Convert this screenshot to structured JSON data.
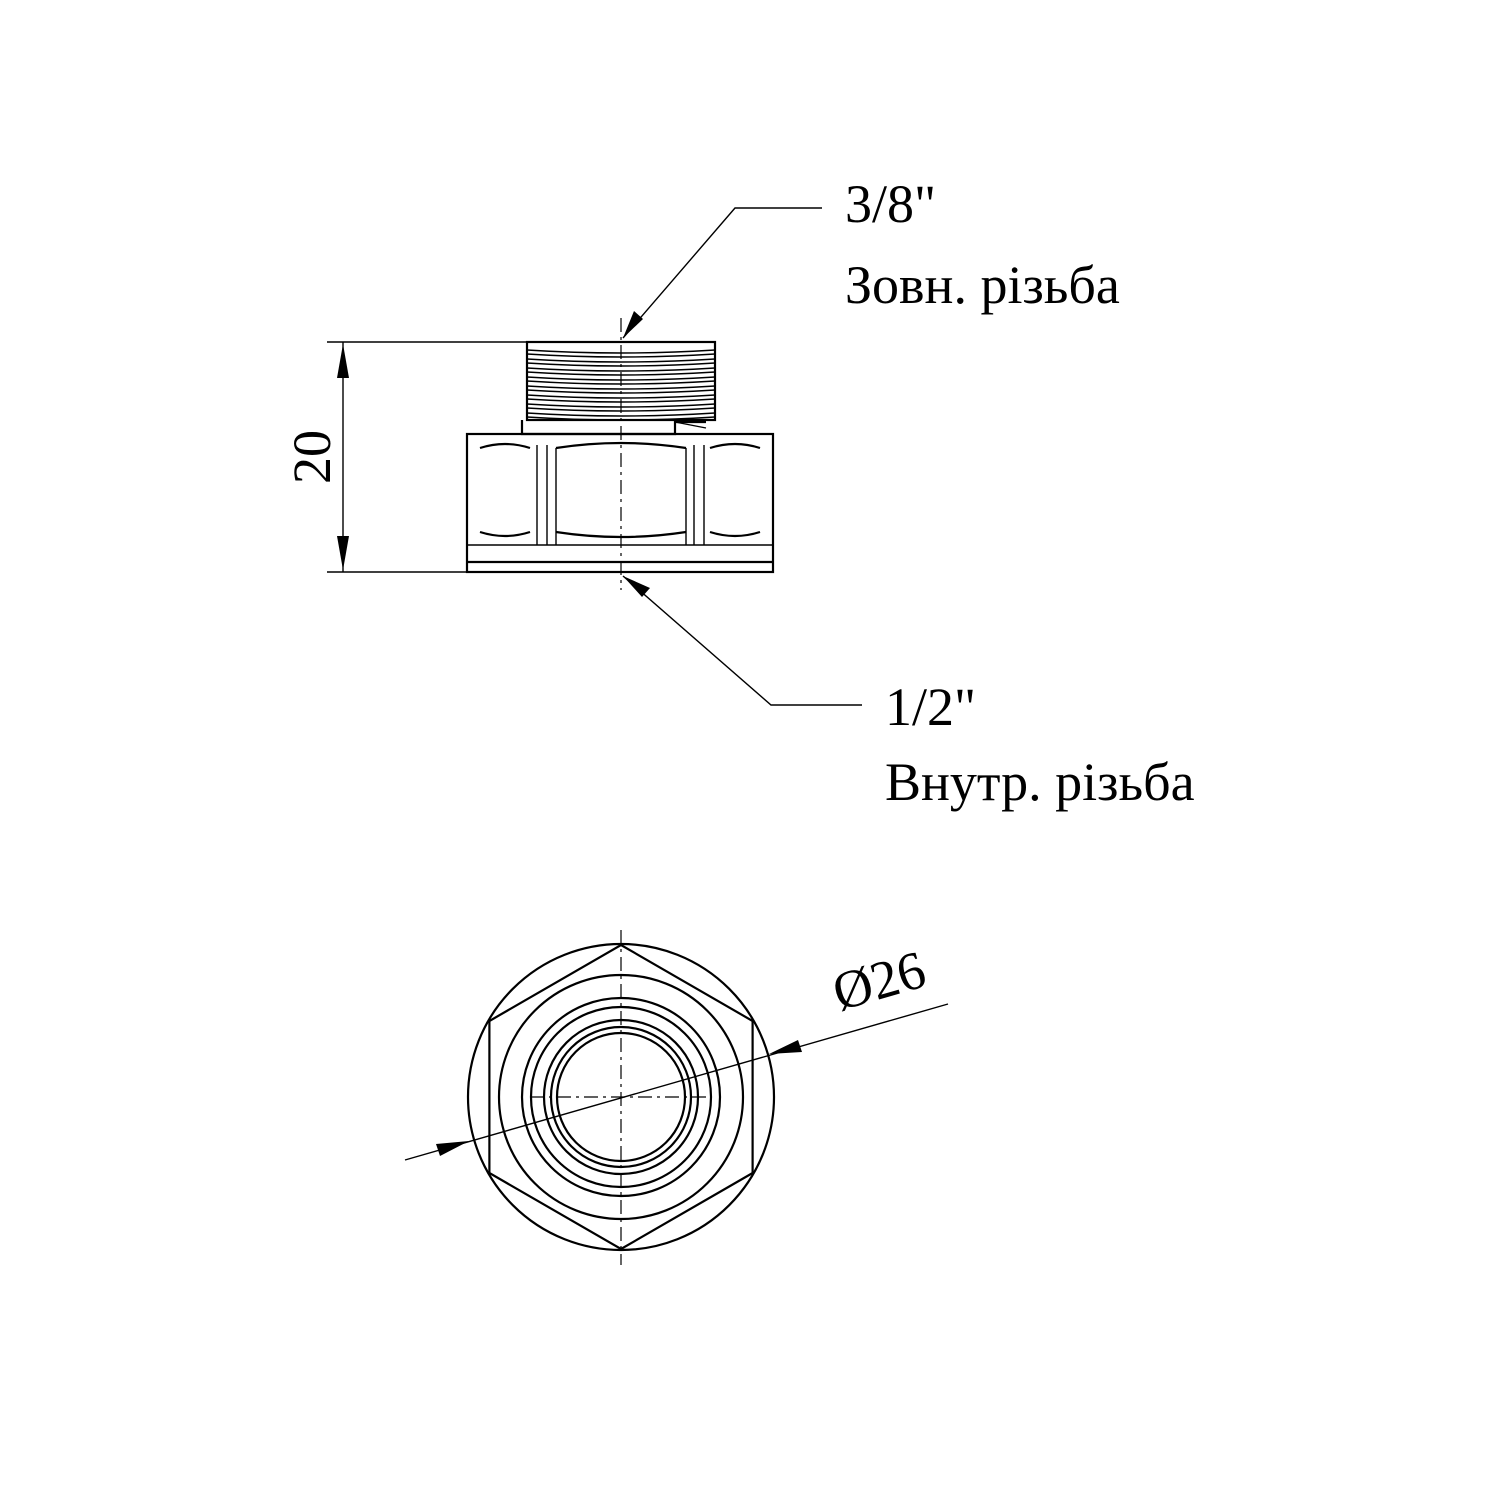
{
  "front_view": {
    "height_dim": "20",
    "male_thread": {
      "size": "3/8\"",
      "note": "Зовн. різьба"
    },
    "female_thread": {
      "size": "1/2\"",
      "note": "Внутр. різьба"
    }
  },
  "end_view": {
    "diameter_dim": "Ø26"
  }
}
